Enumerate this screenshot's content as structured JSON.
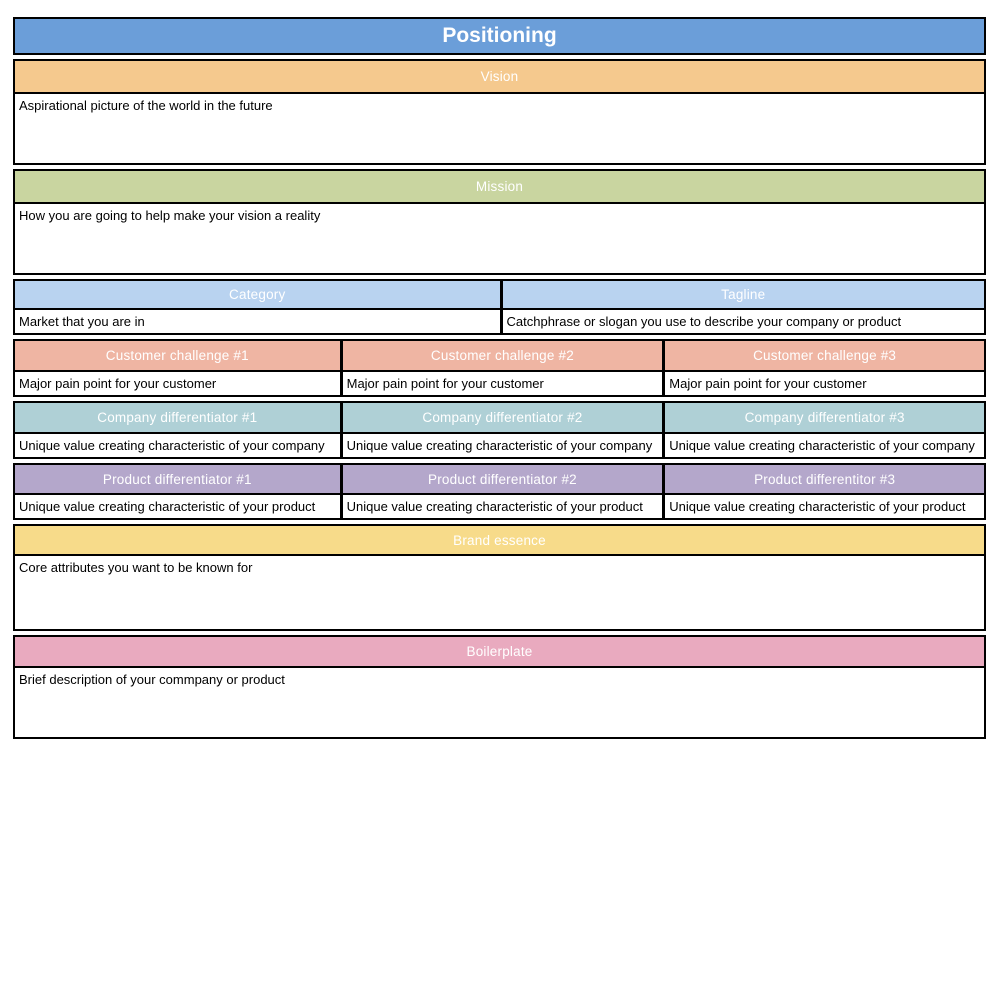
{
  "title": "Positioning",
  "colors": {
    "title_bg": "#6b9ed9",
    "vision_bg": "#f5c98e",
    "mission_bg": "#c9d5a0",
    "category_bg": "#b9d3f0",
    "tagline_bg": "#b9d3f0",
    "challenge_bg": "#efb5a3",
    "company_bg": "#afd0d6",
    "product_bg": "#b4a7cb",
    "brand_bg": "#f7db8a",
    "boilerplate_bg": "#e9aabf",
    "border": "#000000",
    "header_text": "#ffffff",
    "body_text": "#000000"
  },
  "sections": [
    {
      "header": "Vision",
      "body": "Aspirational picture of the world in the future"
    },
    {
      "header": "Mission",
      "body": "How you are going to help make your vision a reality"
    },
    {
      "columns": [
        {
          "header": "Category",
          "body": "Market that you are in"
        },
        {
          "header": "Tagline",
          "body": "Catchphrase or slogan you use to describe your company or product"
        }
      ]
    },
    {
      "columns": [
        {
          "header": "Customer challenge #1",
          "body": "Major pain point for your customer"
        },
        {
          "header": "Customer challenge #2",
          "body": "Major pain point for your customer"
        },
        {
          "header": "Customer challenge #3",
          "body": "Major pain point for your customer"
        }
      ]
    },
    {
      "columns": [
        {
          "header": "Company differentiator #1",
          "body": "Unique value creating characteristic of your company"
        },
        {
          "header": "Company differentiator #2",
          "body": "Unique value creating characteristic of your company"
        },
        {
          "header": "Company differentiator #3",
          "body": "Unique value creating characteristic of your company"
        }
      ]
    },
    {
      "columns": [
        {
          "header": "Product differentiator #1",
          "body": "Unique value creating characteristic of your product"
        },
        {
          "header": "Product differentiator #2",
          "body": "Unique value creating characteristic of your product"
        },
        {
          "header": "Product differentitor #3",
          "body": "Unique value creating characteristic of your product"
        }
      ]
    },
    {
      "header": "Brand essence",
      "body": "Core attributes you want to be known for"
    },
    {
      "header": "Boilerplate",
      "body": "Brief description of your commpany or product"
    }
  ]
}
